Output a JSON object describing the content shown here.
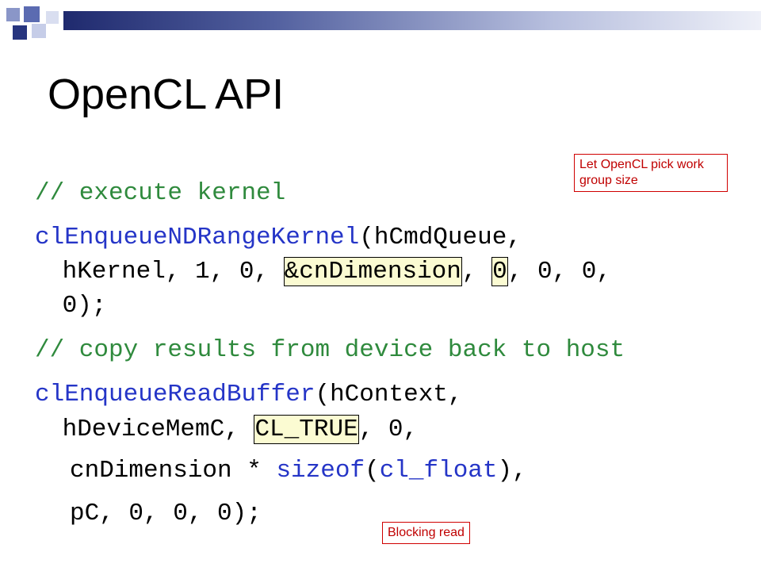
{
  "slide": {
    "title": "OpenCL API",
    "comment1": "// execute kernel",
    "call1_fn": "clEnqueueNDRangeKernel",
    "call1_rest_line1": "(hCmdQueue,",
    "call1_line2_prefix": " hKernel, 1, 0, ",
    "call1_hl_arg": "&cnDimension",
    "call1_line2_mid": ", ",
    "call1_hl_zero": "0",
    "call1_line2_suffix": ", 0, 0,",
    "call1_line3": " 0);",
    "comment2": "// copy results from device back to host",
    "call2_fn": "clEnqueueReadBuffer",
    "call2_rest_line1": "(hContext,",
    "call2_line2_prefix": " hDeviceMemC, ",
    "call2_hl_arg": "CL_TRUE",
    "call2_line2_suffix": ", 0,",
    "call2_line3_prefix": "cnDimension * ",
    "call2_line3_fn": "sizeof",
    "call2_line3_paren_open": "(",
    "call2_line3_type": "cl_float",
    "call2_line3_suffix": "),",
    "call2_line4": "pC, 0, 0, 0);"
  },
  "annotations": {
    "work_group": "Let OpenCL pick work group size",
    "blocking": "Blocking read"
  },
  "colors": {
    "comment": "#2f8a3d",
    "function": "#2535c7",
    "annotation": "#c00000",
    "highlight_bg": "#fbfbd2"
  }
}
